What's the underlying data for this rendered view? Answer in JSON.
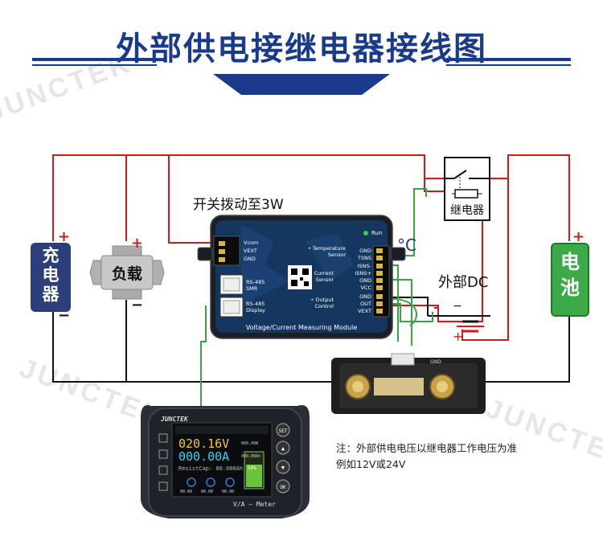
{
  "title": "外部供电接继电器接线图",
  "watermark": "JUNCTEK",
  "labels": {
    "switch_note": "开关拨动至3W",
    "external_dc": "外部DC",
    "celsius": "°C",
    "relay": "继电器",
    "charger": "充电器",
    "load": "负载",
    "battery": "电池",
    "plus": "+",
    "minus": "−"
  },
  "module": {
    "name": "Voltage/Current Measuring Module",
    "run": "Run",
    "terminals_left": [
      "Vcom",
      "VEXT",
      "GND"
    ],
    "port_485_smr": "RS-485\nSMR",
    "port_485_display": "RS-485\nDisplay",
    "group_temperature": "Temperature\nSensor",
    "group_current": "Current\nSensor",
    "group_output": "Output\nControl",
    "terminals_right": [
      "GND",
      "TSNS",
      "ISNS-",
      "ISNS+",
      "GND",
      "VCC",
      "GND",
      "OUT",
      "VEXT"
    ]
  },
  "meter": {
    "brand": "JUNCTEK",
    "voltage": "020.16V",
    "current": "000.00A",
    "power_small": "000.00W",
    "ah_small": "000.00Ah",
    "resist": "ResistCap: 00.000Ah",
    "percent": "50%",
    "bottom_values": [
      "00.00",
      "00.00",
      "00.00"
    ],
    "label": "V/A — Meter",
    "buttons": [
      "SET",
      "▲",
      "▼",
      "OK"
    ]
  },
  "shunt": {
    "label": "GND"
  },
  "note": "注：外部供电电压以继电器工作电压为准\n例如12V或24V",
  "colors": {
    "red_wire": "#d8161c",
    "black_wire": "#111111",
    "green_wire": "#3aa348",
    "charger": "#2c3f7a",
    "battery": "#3daa4a",
    "title": "#1a3a8c"
  }
}
